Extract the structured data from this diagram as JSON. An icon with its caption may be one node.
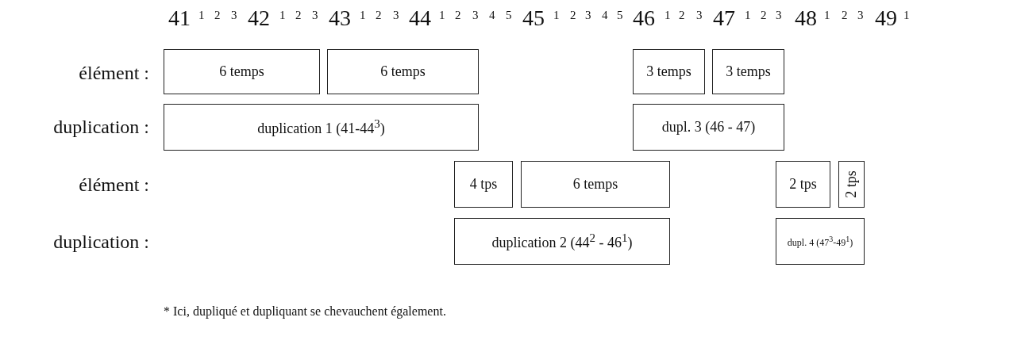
{
  "diagram": {
    "nodes": [
      {
        "text": [
          "6 temps"
        ]
      },
      {
        "text": [
          "6 temps"
        ]
      },
      {
        "text": [
          "3 temps"
        ]
      },
      {
        "text": [
          "3 temps"
        ]
      },
      {
        "text": [
          "duplication 1 (41-44$^{3}$)"
        ]
      },
      {
        "text": [
          "dupl. 3 (46 - 47)"
        ]
      },
      {
        "text": [
          "4 tps"
        ]
      },
      {
        "text": [
          "6 temps"
        ]
      },
      {
        "text": [
          "2 tps"
        ]
      },
      {
        "text": [
          "2 tps"
        ]
      },
      {
        "text": [
          "duplication 2 (44$^{2}$ - 46$^{1}$)"
        ]
      },
      {
        "text": [
          "dupl. 4 (47$^{3}$-49$^{1}$)"
        ]
      }
    ],
    "labels": [
      "41",
      "1",
      "2",
      "3",
      "42",
      "1",
      "2",
      "3",
      "43",
      "1",
      "2",
      "3",
      "44",
      "1",
      "2",
      "3",
      "4",
      "5",
      "45",
      "1",
      "2",
      "3",
      "4",
      "5",
      "46",
      "1",
      "2",
      "3",
      "47",
      "1",
      "2",
      "3",
      "48",
      "1",
      "2",
      "3",
      "49",
      "1",
      "élément :",
      "duplication :",
      "élément :",
      "duplication :",
      "* Ici, dupliqué et dupliquant se chevauchent également."
    ]
  }
}
